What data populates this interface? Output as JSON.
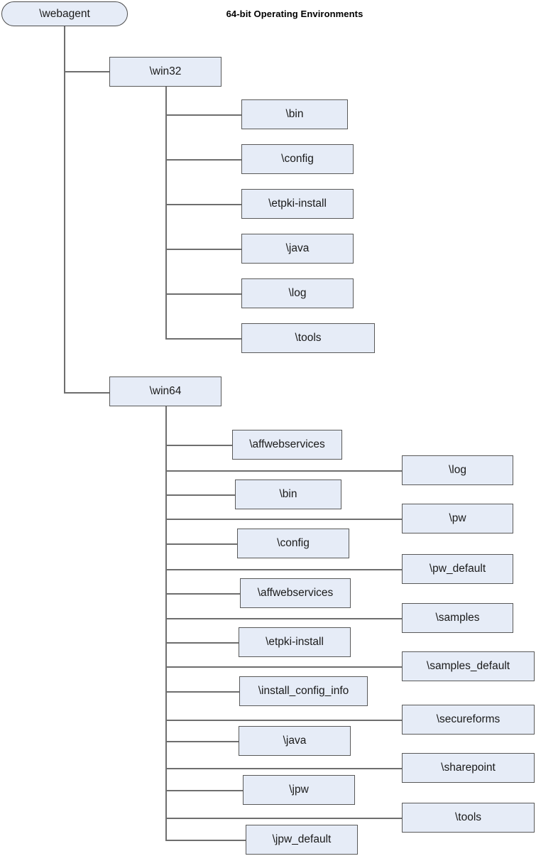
{
  "title": "64-bit Operating Environments",
  "diagram": {
    "type": "tree",
    "root": {
      "label": "\\webagent",
      "shape": "rounded-rect"
    },
    "branches": [
      {
        "label": "\\win32",
        "children": [
          "\\bin",
          "\\config",
          "\\etpki-install",
          "\\java",
          "\\log",
          "\\tools"
        ]
      },
      {
        "label": "\\win64",
        "children_left": [
          "\\affwebservices",
          "\\bin",
          "\\config",
          "\\affwebservices",
          "\\etpki-install",
          "\\install_config_info",
          "\\java",
          "\\jpw",
          "\\jpw_default"
        ],
        "children_right": [
          "\\log",
          "\\pw",
          "\\pw_default",
          "\\samples",
          "\\samples_default",
          "\\secureforms",
          "\\sharepoint",
          "\\tools"
        ]
      }
    ]
  },
  "nodes": {
    "root": "\\webagent",
    "win32": "\\win32",
    "win64": "\\win64",
    "w32_bin": "\\bin",
    "w32_config": "\\config",
    "w32_etpki": "\\etpki-install",
    "w32_java": "\\java",
    "w32_log": "\\log",
    "w32_tools": "\\tools",
    "w64_affweb1": "\\affwebservices",
    "w64_log": "\\log",
    "w64_bin": "\\bin",
    "w64_pw": "\\pw",
    "w64_config": "\\config",
    "w64_pw_default": "\\pw_default",
    "w64_affweb2": "\\affwebservices",
    "w64_samples": "\\samples",
    "w64_etpki": "\\etpki-install",
    "w64_samples_default": "\\samples_default",
    "w64_install_config_info": "\\install_config_info",
    "w64_secureforms": "\\secureforms",
    "w64_java": "\\java",
    "w64_sharepoint": "\\sharepoint",
    "w64_jpw": "\\jpw",
    "w64_tools": "\\tools",
    "w64_jpw_default": "\\jpw_default"
  },
  "colors": {
    "node_fill": "#e6ecf7",
    "node_border": "#595959",
    "connector": "#6e6e6e",
    "text": "#1a1a1a",
    "background": "#ffffff"
  }
}
